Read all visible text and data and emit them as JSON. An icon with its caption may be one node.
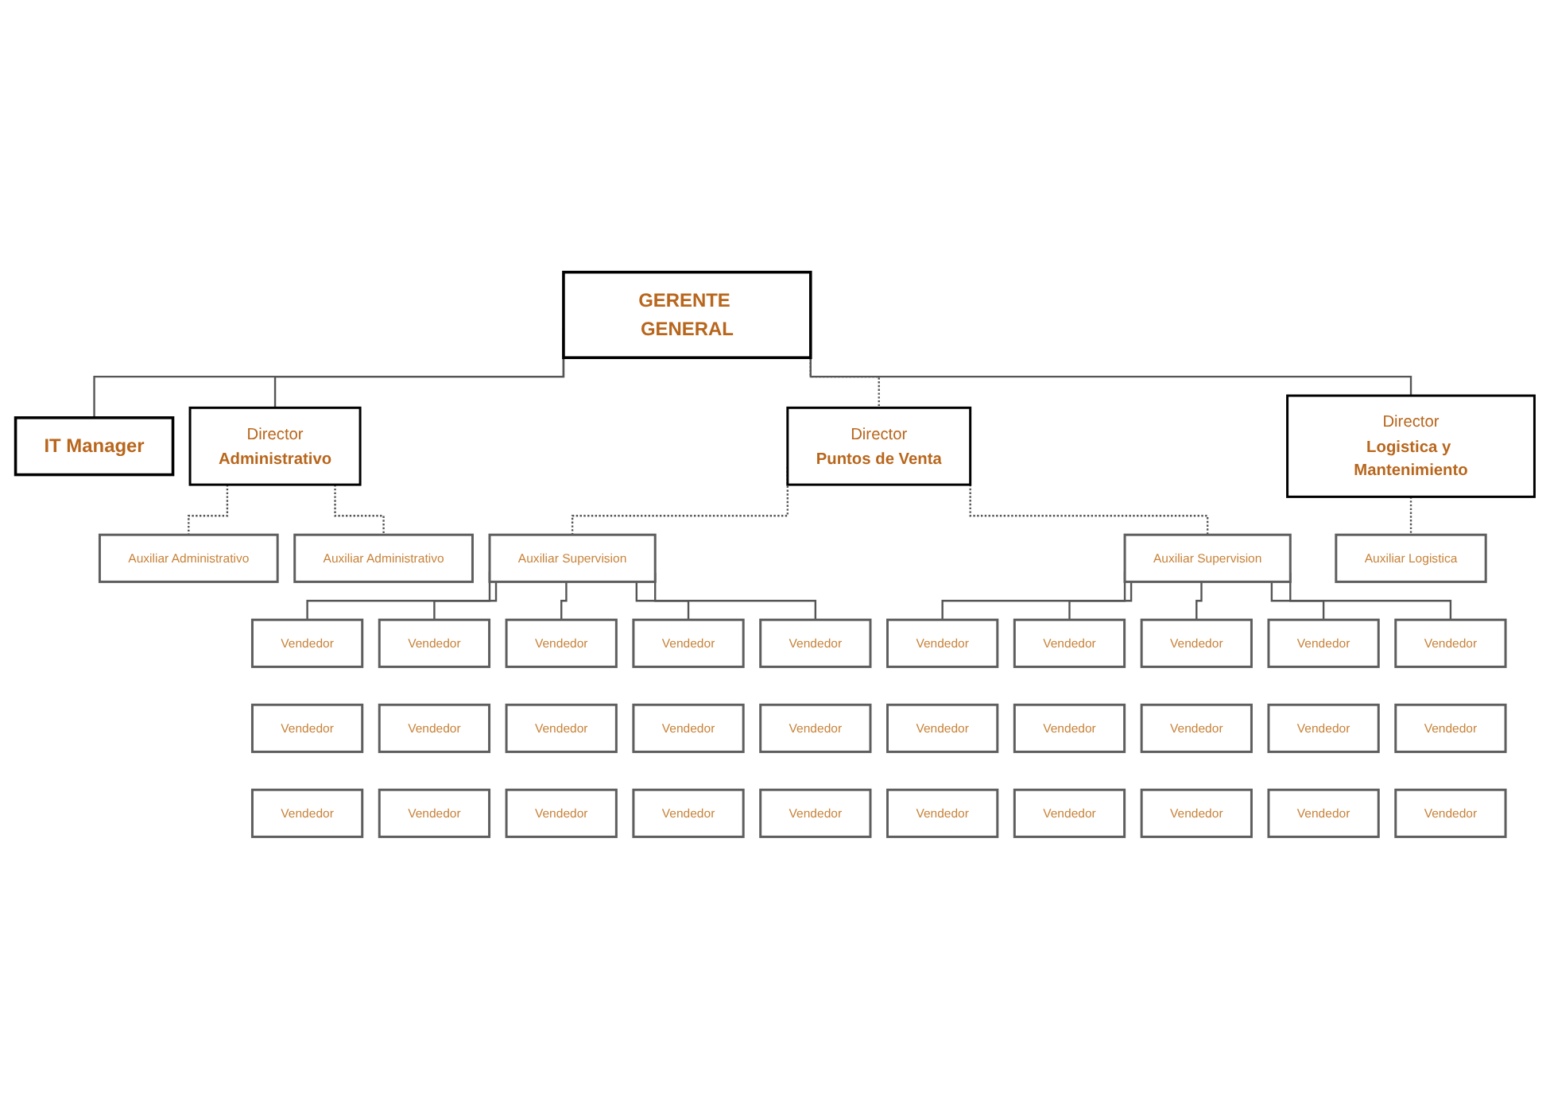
{
  "diagram": {
    "nodes": [
      {
        "text": [
          "IT Manager"
        ]
      },
      {
        "text": [
          "GERENTE GENERAL"
        ]
      },
      {
        "text": [
          "Director",
          "Administrativo"
        ]
      },
      {
        "text": [
          "Director",
          "Puntos de Venta"
        ]
      },
      {
        "text": [
          "Director",
          "Logistica y Mantenimiento"
        ]
      },
      {
        "text": [
          "Auxiliar Administrativo"
        ]
      },
      {
        "text": [
          "Auxiliar Administrativo"
        ]
      },
      {
        "text": [
          "Auxiliar Supervision"
        ]
      },
      {
        "text": [
          "Auxiliar Supervision"
        ]
      },
      {
        "text": [
          "Auxiliar Logistica"
        ]
      },
      {
        "text": [
          "Vendedor"
        ]
      },
      {
        "text": [
          "Vendedor"
        ]
      },
      {
        "text": [
          "Vendedor"
        ]
      },
      {
        "text": [
          "Vendedor"
        ]
      },
      {
        "text": [
          "Vendedor"
        ]
      },
      {
        "text": [
          "Vendedor"
        ]
      },
      {
        "text": [
          "Vendedor"
        ]
      },
      {
        "text": [
          "Vendedor"
        ]
      },
      {
        "text": [
          "Vendedor"
        ]
      },
      {
        "text": [
          "Vendedor"
        ]
      },
      {
        "text": [
          "Vendedor"
        ]
      },
      {
        "text": [
          "Vendedor"
        ]
      },
      {
        "text": [
          "Vendedor"
        ]
      },
      {
        "text": [
          "Vendedor"
        ]
      },
      {
        "text": [
          "Vendedor"
        ]
      },
      {
        "text": [
          "Vendedor"
        ]
      },
      {
        "text": [
          "Vendedor"
        ]
      },
      {
        "text": [
          "Vendedor"
        ]
      },
      {
        "text": [
          "Vendedor"
        ]
      },
      {
        "text": [
          "Vendedor"
        ]
      },
      {
        "text": [
          "Vendedor"
        ]
      },
      {
        "text": [
          "Vendedor"
        ]
      },
      {
        "text": [
          "Vendedor"
        ]
      },
      {
        "text": [
          "Vendedor"
        ]
      },
      {
        "text": [
          "Vendedor"
        ]
      },
      {
        "text": [
          "Vendedor"
        ]
      },
      {
        "text": [
          "Vendedor"
        ]
      },
      {
        "text": [
          "Vendedor"
        ]
      },
      {
        "text": [
          "Vendedor"
        ]
      },
      {
        "text": [
          "Vendedor"
        ]
      }
    ],
    "edges": [
      {
        "from": 1,
        "to": 0,
        "arrow": "none"
      },
      {
        "from": 1,
        "to": 2,
        "arrow": "none"
      },
      {
        "from": 1,
        "to": 3,
        "arrow": "none",
        "style": "dashed"
      },
      {
        "from": 1,
        "to": 4,
        "arrow": "none"
      },
      {
        "from": 2,
        "to": 5,
        "arrow": "none",
        "style": "dashed"
      },
      {
        "from": 2,
        "to": 6,
        "arrow": "none",
        "style": "dashed"
      },
      {
        "from": 3,
        "to": 7,
        "arrow": "none",
        "style": "dashed"
      },
      {
        "from": 3,
        "to": 8,
        "arrow": "none",
        "style": "dashed"
      },
      {
        "from": 4,
        "to": 9,
        "arrow": "none",
        "style": "dashed"
      },
      {
        "from": 7,
        "to": 10,
        "arrow": "none"
      },
      {
        "from": 7,
        "to": 11,
        "arrow": "none"
      },
      {
        "from": 7,
        "to": 12,
        "arrow": "none"
      },
      {
        "from": 7,
        "to": 13,
        "arrow": "none"
      },
      {
        "from": 7,
        "to": 14,
        "arrow": "none"
      },
      {
        "from": 8,
        "to": 15,
        "arrow": "none"
      },
      {
        "from": 8,
        "to": 16,
        "arrow": "none"
      },
      {
        "from": 8,
        "to": 17,
        "arrow": "none"
      },
      {
        "from": 8,
        "to": 18,
        "arrow": "none"
      },
      {
        "from": 8,
        "to": 19,
        "arrow": "none"
      }
    ]
  }
}
